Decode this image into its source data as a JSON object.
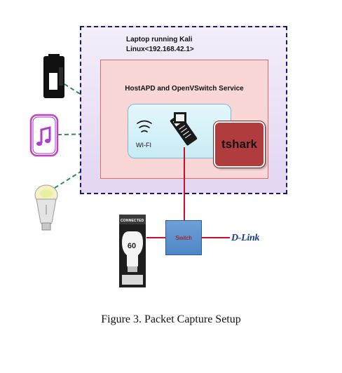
{
  "outer": {
    "title_line1": "Laptop running Kali",
    "title_line2": "Linux<192.168.42.1>"
  },
  "service": {
    "title": "HostAPD and OpenVSwitch Service"
  },
  "wifi": {
    "label": "WI-FI"
  },
  "tshark": {
    "label": "tshark"
  },
  "switch": {
    "label": "Switch"
  },
  "dlink": {
    "label": "D-Link"
  },
  "bulb_box": {
    "brand": "CONNECTED",
    "number": "60"
  },
  "caption": "Figure 3.  Packet Capture Setup",
  "colors": {
    "outer_border": "#1b1a6b",
    "service_fill": "#fad7d7",
    "wifi_fill": "#c8ecf5",
    "tshark_fill": "#b13c3e",
    "switch_fill": "#4f86c7",
    "wire": "#c8102e",
    "wireless_link": "#2e8b57",
    "dlink_text": "#1a3d8f"
  },
  "icons": [
    "phone-icon",
    "music-app-icon",
    "smart-bulb-icon",
    "wifi-icon",
    "router-icon",
    "bulb-box-icon"
  ]
}
